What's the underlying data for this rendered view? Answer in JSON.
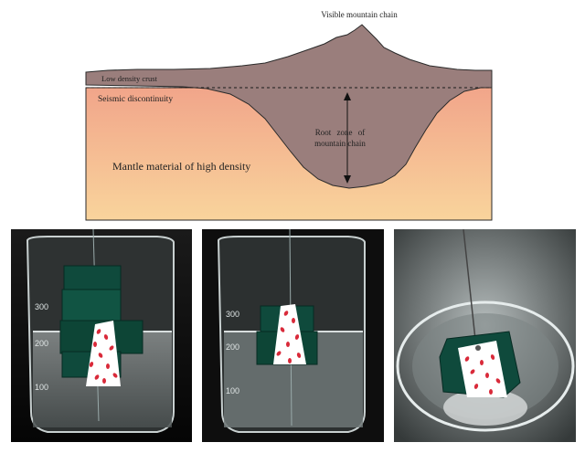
{
  "diagram": {
    "labels": {
      "mountain": "Visible mountain chain",
      "crust": "Low density crust",
      "seismic": "Seismic discontinuity",
      "root_line1": "Root zone of",
      "root_line2": "mountain chain",
      "mantle": "Mantle material of high density"
    },
    "colors": {
      "crust": "#9a7e7c",
      "mantle_top": "#f1a58a",
      "mantle_bottom": "#f9d49c",
      "outline": "#2a2a2a"
    }
  },
  "photos": [
    {
      "name": "sponge-floating-high",
      "graduation": [
        "300",
        "200",
        "100"
      ]
    },
    {
      "name": "sponge-floating-low",
      "graduation": [
        "300",
        "200",
        "100"
      ]
    },
    {
      "name": "sponge-top-view",
      "graduation": []
    }
  ]
}
